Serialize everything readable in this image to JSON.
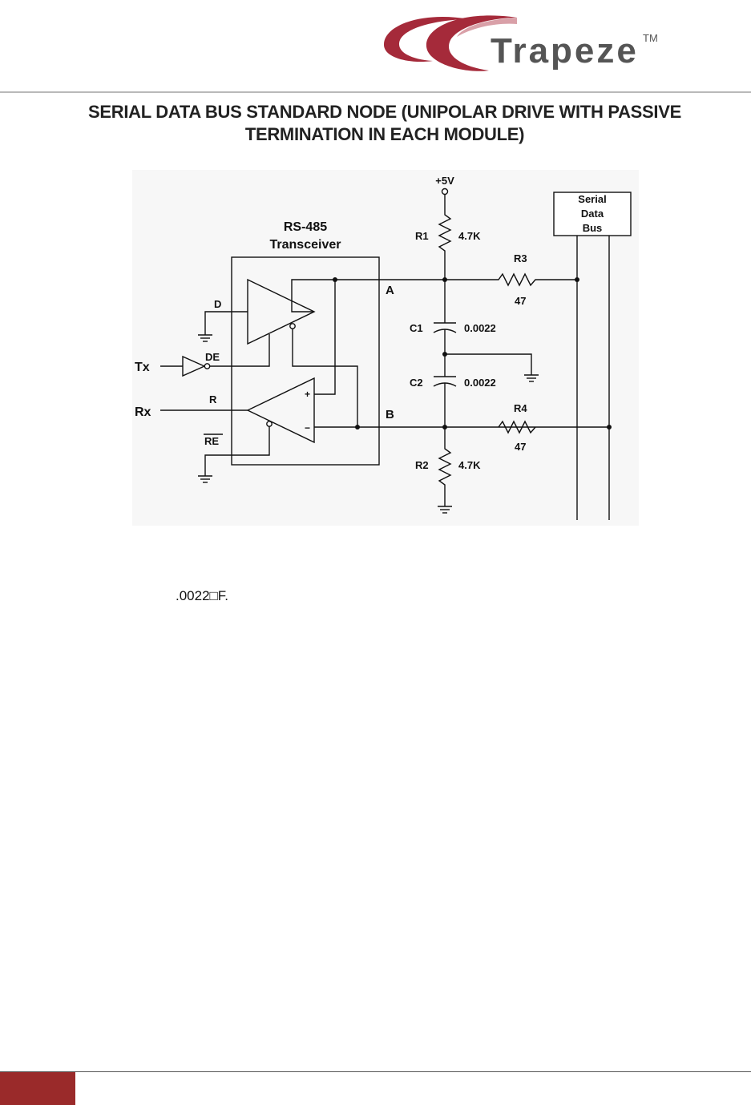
{
  "brand": {
    "name": "Trapeze",
    "trademark": "TM",
    "accent_color": "#a52a3a"
  },
  "title": "SERIAL DATA BUS STANDARD NODE (UNIPOLAR DRIVE WITH PASSIVE TERMINATION IN EACH MODULE)",
  "schematic": {
    "supply": "+5V",
    "bus_box": [
      "Serial",
      "Data",
      "Bus"
    ],
    "transceiver": [
      "RS-485",
      "Transceiver"
    ],
    "pins": {
      "d": "D",
      "de": "DE",
      "r": "R",
      "re": "RE",
      "a": "A",
      "b": "B",
      "plus": "+",
      "minus": "−"
    },
    "signals": {
      "tx": "Tx",
      "rx": "Rx"
    },
    "components": {
      "r1": {
        "ref": "R1",
        "value": "4.7K"
      },
      "r2": {
        "ref": "R2",
        "value": "4.7K"
      },
      "r3": {
        "ref": "R3",
        "value": "47"
      },
      "r4": {
        "ref": "R4",
        "value": "47"
      },
      "c1": {
        "ref": "C1",
        "value": "0.0022"
      },
      "c2": {
        "ref": "C2",
        "value": "0.0022"
      }
    }
  },
  "body_text": ".0022□F.",
  "footer": {
    "bar_color": "#9a2a2a"
  }
}
